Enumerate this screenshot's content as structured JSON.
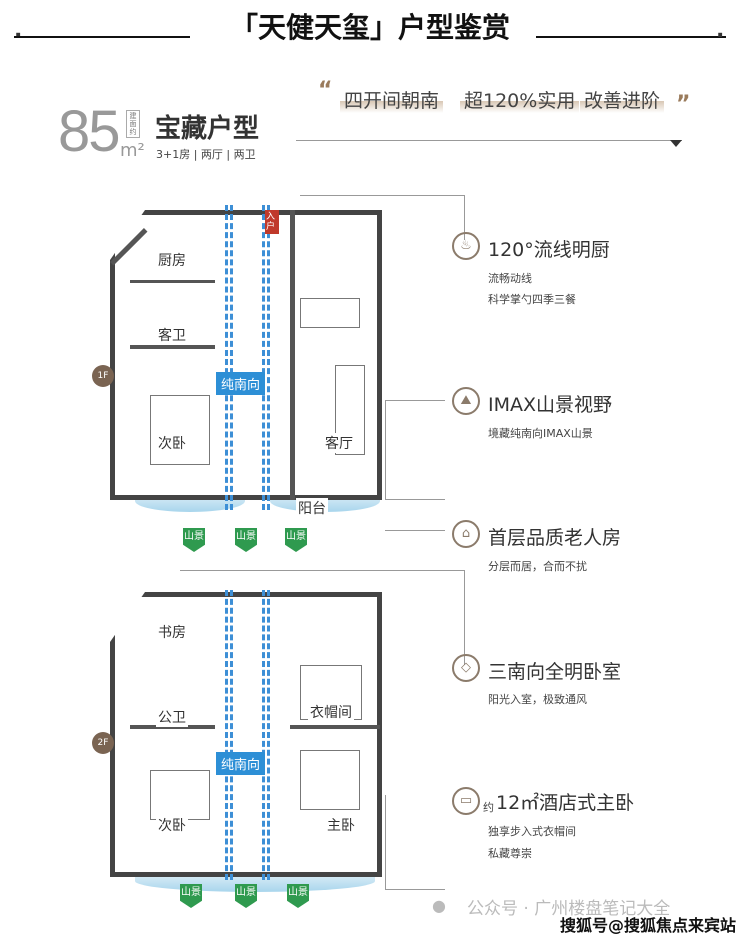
{
  "title": "「天健天玺」户型鉴赏",
  "header": {
    "area": "85",
    "unit": "m²",
    "area_note": "建面约",
    "type": "宝藏户型",
    "layout": "3+1房 | 两厅 | 两卫",
    "tags": [
      "四开间朝南",
      "超120%实用",
      "改善进阶"
    ],
    "quote_open": "“",
    "quote_close": "”"
  },
  "floor1": {
    "badge": "1F",
    "rooms": {
      "kitchen": "厨房",
      "guest_bath": "客卫",
      "second_bedroom": "次卧",
      "living": "客厅",
      "balcony": "阳台",
      "entrance": "入户"
    },
    "south": "纯南向",
    "views": [
      "山景",
      "山景",
      "山景"
    ]
  },
  "floor2": {
    "badge": "2F",
    "rooms": {
      "study": "书房",
      "public_bath": "公卫",
      "cloakroom": "衣帽间",
      "second_bedroom": "次卧",
      "master_bedroom": "主卧"
    },
    "south": "纯南向",
    "views": [
      "山景",
      "山景",
      "山景"
    ]
  },
  "features": [
    {
      "icon": "chef-hat-icon",
      "title": "120°流线明厨",
      "lines": [
        "流畅动线",
        "科学掌勺四季三餐"
      ]
    },
    {
      "icon": "mountain-icon",
      "title": "IMAX山景视野",
      "lines": [
        "境藏纯南向IMAX山景"
      ]
    },
    {
      "icon": "sofa-icon",
      "title": "首层品质老人房",
      "lines": [
        "分层而居，合而不扰"
      ]
    },
    {
      "icon": "diamond-icon",
      "title": "三南向全明卧室",
      "lines": [
        "阳光入室，极致通风"
      ]
    },
    {
      "icon": "bed-icon",
      "prefix": "约",
      "title": "12㎡酒店式主卧",
      "lines": [
        "独享步入式衣帽间",
        "私藏尊崇"
      ]
    }
  ],
  "watermarks": {
    "wechat": "公众号 · 广州楼盘笔记大全",
    "sohu": "搜狐号@搜狐焦点来宾站"
  }
}
